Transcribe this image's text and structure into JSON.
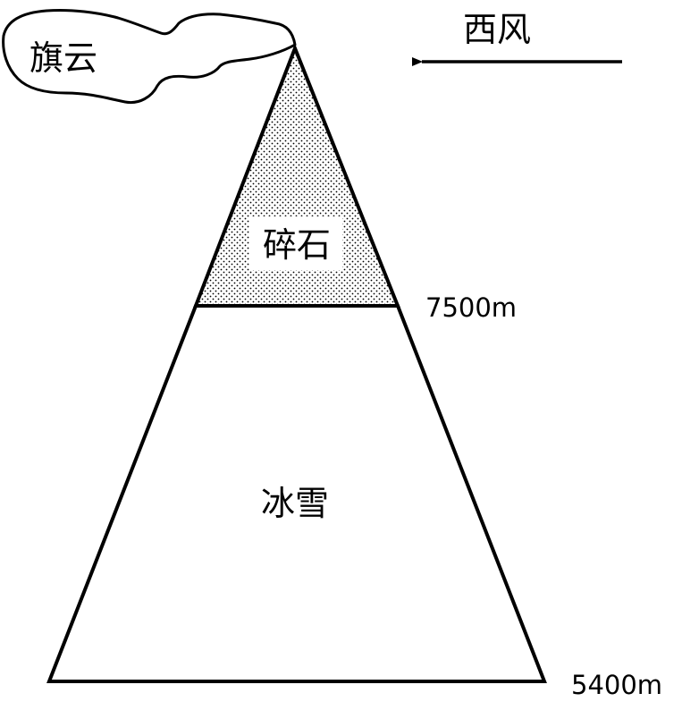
{
  "labels": {
    "cloud": "旗云",
    "wind": "西风",
    "rock_zone": "碎石",
    "snow_zone": "冰雪",
    "altitude_top": "7500m",
    "altitude_base": "5400m"
  },
  "colors": {
    "line": "#000000",
    "background": "#ffffff"
  }
}
